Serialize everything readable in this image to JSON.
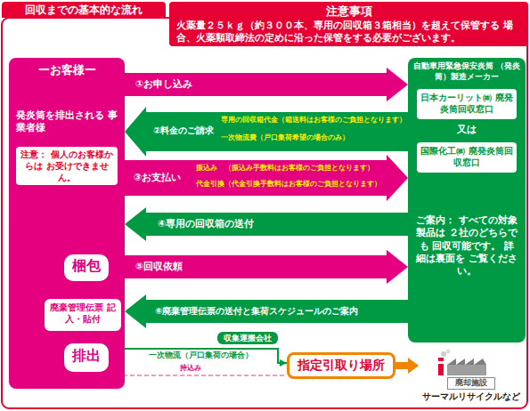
{
  "diagram": {
    "title": "回収までの基本的な流れ",
    "nodes": [
      {
        "text": [
          "注意事項",
          "火薬量２５ｋｇ（約３００本、専用の回収箱３箱相当）を超えて保管する 場合、火薬類取締法の定めに沿った保管をする必要がございます。"
        ]
      },
      {
        "text": [
          "ーお客様ー",
          "発炎筒を排出される 事業者様",
          "注意： 個人のお客様からは お受けできません。"
        ]
      },
      {
        "text": [
          "梱包"
        ],
        "in": 1
      },
      {
        "text": [
          "廃棄管理伝票 記入・貼付"
        ],
        "in": 1
      },
      {
        "text": [
          "排出"
        ],
        "in": 1
      },
      {
        "text": [
          "自動車用緊急保安炎筒 （発炎筒）製造メーカー",
          "ご案内： すべての対象製品は ２社のどちらでも 回収可能です。 詳細は裏面を ご覧ください。"
        ]
      },
      {
        "text": [
          "日本カーリット㈱ 廃発炎筒回収窓口"
        ],
        "in": 5
      },
      {
        "text": [
          "国際化工㈱ 廃発炎筒回収窓口"
        ],
        "in": 5
      },
      {
        "text": [
          "収集運搬会社"
        ]
      },
      {
        "text": [
          "指定引取り場所"
        ]
      },
      {
        "text": [
          "廃却施設",
          "サーマルリサイクルなど"
        ]
      }
    ],
    "edges": [
      {
        "from": 1,
        "to": 5,
        "arrow": "to",
        "label": "①お申し込み"
      },
      {
        "from": 5,
        "to": 1,
        "arrow": "to",
        "label": "②料金のご請求"
      },
      {
        "from": 1,
        "to": 5,
        "arrow": "to",
        "label": "③お支払い"
      },
      {
        "from": 5,
        "to": 1,
        "arrow": "to",
        "label": "④専用の回収箱の送付"
      },
      {
        "from": 1,
        "to": 5,
        "arrow": "to",
        "label": "⑤回収依頼"
      },
      {
        "from": 5,
        "to": 1,
        "arrow": "to",
        "label": "⑥廃棄管理伝票の送付と集荷スケジュールのご案内"
      },
      {
        "from": 4,
        "to": 9,
        "arrow": "to",
        "label": "一次物流（戸口集荷の場合）"
      },
      {
        "from": 4,
        "to": 9,
        "arrow": "none",
        "label": "持込み"
      },
      {
        "from": 9,
        "to": 10,
        "arrow": "to"
      }
    ],
    "labels": [
      "専用の回収箱代金（箱送料はお客様のご負担となります）",
      "一次物流費（戸口集荷希望の場合のみ）",
      "振込み　（振込み手数料はお客様のご負担となります）",
      "代金引換（代金引換手数料はお客様のご負担となります）",
      "又は"
    ]
  }
}
